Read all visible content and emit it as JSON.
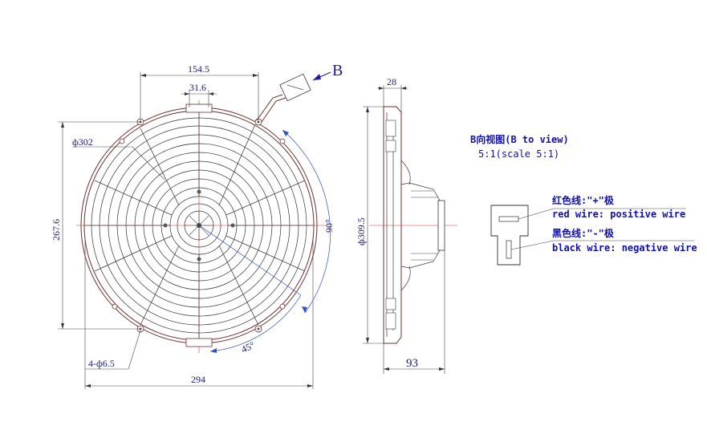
{
  "front_view": {
    "dim_top_outer": "154.5",
    "dim_top_inner": "31.6",
    "dim_diameter": "ф302",
    "dim_height": "267.6",
    "dim_angle_90": "90°",
    "dim_angle_45": "45°",
    "dim_holes": "4-ф6.5",
    "dim_width": "294"
  },
  "side_view": {
    "dim_depth_top": "28",
    "dim_diameter": "ф309.5",
    "dim_depth_total": "93"
  },
  "view_arrow": {
    "label": "B"
  },
  "b_view": {
    "title": "B向视图(B to view)",
    "scale": "5:1(scale 5:1)",
    "red_cn": "红色线:\"+\"极",
    "red_en": "red wire: positive wire",
    "black_cn": "黑色线:\"-\"极",
    "black_en": "black wire: negative wire"
  },
  "colors": {
    "outline": "#6a3030",
    "dimension": "#1a1a7a",
    "note": "#1010b0",
    "centerline": "#d03030",
    "angle": "#3050c0"
  }
}
